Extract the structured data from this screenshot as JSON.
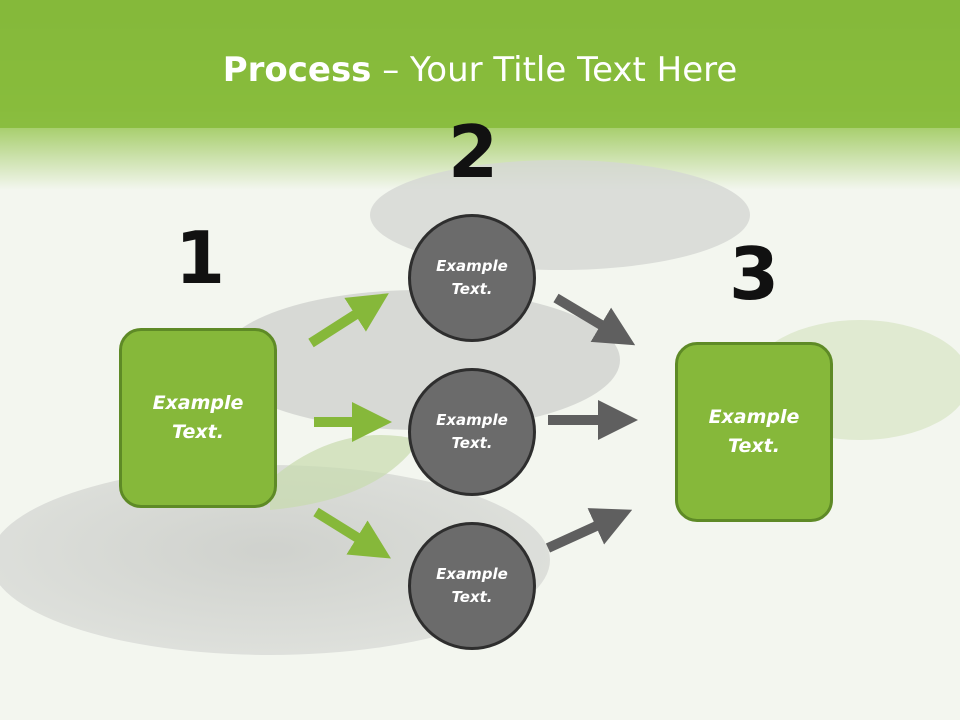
{
  "slide": {
    "title_bold": "Process",
    "title_rest": " – Your Title Text Here"
  },
  "steps": [
    {
      "number": "1",
      "text": "Example Text."
    },
    {
      "number": "2",
      "circles": [
        "Example Text.",
        "Example Text.",
        "Example Text."
      ]
    },
    {
      "number": "3",
      "text": "Example Text."
    }
  ],
  "colors": {
    "header_green": "#7fb43a",
    "box_green": "#86b83a",
    "circle_gray": "#6b6b6b",
    "arrow_green": "#86b83a",
    "arrow_gray": "#5f5f5f"
  }
}
